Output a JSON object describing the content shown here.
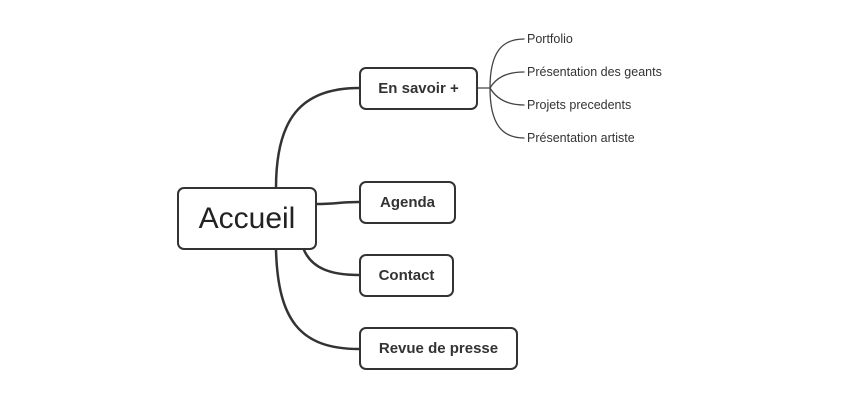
{
  "root": {
    "label": "Accueil"
  },
  "branches": [
    {
      "label": "En savoir +",
      "children": [
        "Portfolio",
        "Présentation des geants",
        "Projets precedents",
        "Présentation artiste"
      ]
    },
    {
      "label": "Agenda",
      "children": []
    },
    {
      "label": "Contact",
      "children": []
    },
    {
      "label": "Revue de presse",
      "children": []
    }
  ]
}
